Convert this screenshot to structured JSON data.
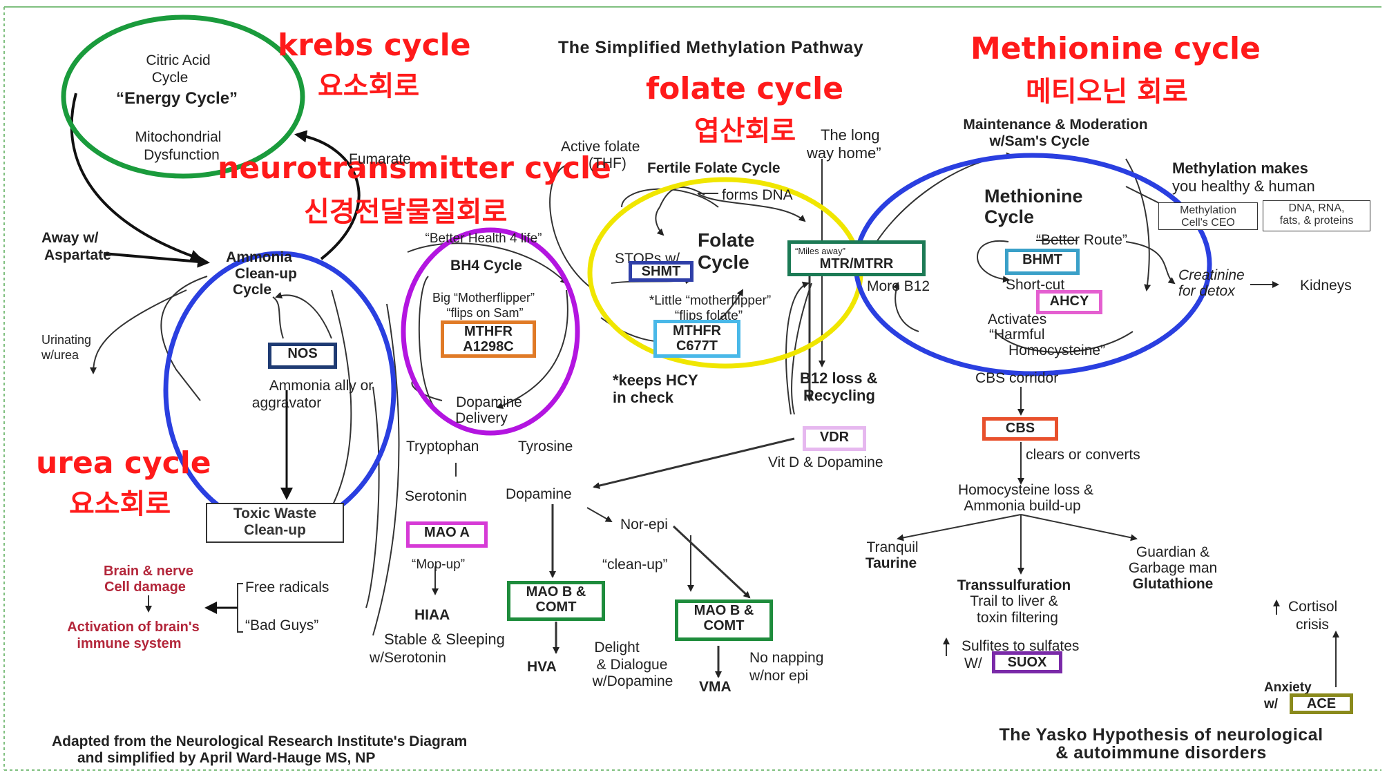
{
  "title": "The Simplified Methylation Pathway",
  "korean_annotations": {
    "krebs_en": "krebs cycle",
    "krebs_ko": "요소회로",
    "methionine_en": "Methionine cycle",
    "methionine_ko": "메티오닌 회로",
    "folate_en": "folate cycle",
    "folate_ko": "엽산회로",
    "neuro_en": "neurotransmitter cycle",
    "neuro_ko": "신경전달물질회로",
    "urea_en": "urea cycle",
    "urea_ko": "요소회로"
  },
  "energy": {
    "line1": "Citric Acid",
    "line2": "Cycle",
    "line3": "“Energy Cycle”",
    "line4": "Mitochondrial",
    "line5": "Dysfunction"
  },
  "labels": {
    "fumarate": "Fumarate",
    "away1": "Away w/",
    "away2": "Aspartate",
    "ammonia1": "Ammonia",
    "ammonia2": "Clean-up",
    "ammonia3": "Cycle",
    "urinating1": "Urinating",
    "urinating2": "w/urea",
    "ally1": "Ammonia ally or",
    "ally2": "aggravator",
    "toxic1": "Toxic Waste",
    "toxic2": "Clean-up",
    "brain1": "Brain & nerve",
    "brain2": "Cell damage",
    "activation1": "Activation of brain's",
    "activation2": "immune system",
    "free": "Free radicals",
    "bad": "“Bad Guys”",
    "better_health": "“Better Health 4 life”",
    "bh4": "BH4 Cycle",
    "big1": "Big “Motherflipper”",
    "big2": "“flips on Sam”",
    "dopa1": "Dopamine",
    "dopa2": "Delivery",
    "tryptophan": "Tryptophan",
    "tyrosine": "Tyrosine",
    "serotonin": "Serotonin",
    "dopamine": "Dopamine",
    "norepi": "Nor-epi",
    "mopup": "“Mop-up”",
    "hiaa": "HIAA",
    "stable1": "Stable & Sleeping",
    "stable2": "w/Serotonin",
    "cleanup": "“clean-up”",
    "hva": "HVA",
    "delight1": "Delight",
    "delight2": "& Dialogue",
    "delight3": "w/Dopamine",
    "vma": "VMA",
    "nonap1": "No napping",
    "nonap2": "w/nor epi",
    "active1": "Active folate",
    "active2": "(THF)",
    "fertile": "Fertile Folate Cycle",
    "forms": "forms DNA",
    "folate1": "Folate",
    "folate2": "Cycle",
    "stops": "STOPs w/",
    "little1": "*Little “motherflipper”",
    "little2": "“flips folate”",
    "keeps1": "*keeps HCY",
    "keeps2": "in check",
    "long1": "The long",
    "long2": "way home”",
    "miles": "“Miles away”",
    "more_b12": "More B12",
    "b12loss1": "B12 loss &",
    "b12loss2": "Recycling",
    "vitd": "Vit D & Dopamine",
    "maint1": "Maintenance & Moderation",
    "maint2": "w/Sam's Cycle",
    "meth1": "Methionine",
    "meth2": "Cycle",
    "better_route": "“Better Route”",
    "shortcut": "Short-cut",
    "activates1": "Activates",
    "activates2": "“Harmful",
    "activates3": "Homocysteine”",
    "makes1": "Methylation makes",
    "makes2": "you healthy & human",
    "creatinine1": "Creatinine",
    "creatinine2": "for detox",
    "kidneys": "Kidneys",
    "cbs_corridor": "CBS corridor",
    "clears": "clears or converts",
    "hcy1": "Homocysteine loss &",
    "hcy2": "Ammonia build-up",
    "tranquil1": "Tranquil",
    "tranquil2": "Taurine",
    "guardian1": "Guardian &",
    "guardian2": "Garbage man",
    "guardian3": "Glutathione",
    "trans1": "Transsulfuration",
    "trans2": "Trail to liver &",
    "trans3": "toxin filtering",
    "sulfites": "Sulfites to sulfates",
    "w": "W/",
    "cortisol1": "Cortisol",
    "cortisol2": "crisis",
    "anxiety1": "Anxiety",
    "anxiety2": "w/"
  },
  "enzymes": {
    "nos": "NOS",
    "mthfr_a1": "MTHFR",
    "mthfr_a2": "A1298C",
    "shmt": "SHMT",
    "mthfr_c1": "MTHFR",
    "mthfr_c2": "C677T",
    "mtr": "MTR/MTRR",
    "bhmt": "BHMT",
    "ahcy": "AHCY",
    "vdr": "VDR",
    "cbs": "CBS",
    "maoa": "MAO A",
    "maob1a": "MAO B &",
    "maob1b": "COMT",
    "maob2a": "MAO B &",
    "maob2b": "COMT",
    "suox": "SUOX",
    "ace": "ACE"
  },
  "small_boxes": {
    "ceo1": "Methylation",
    "ceo2": "Cell's CEO",
    "dna1": "DNA, RNA,",
    "dna2": "fats, & proteins"
  },
  "footer": {
    "left1": "Adapted from the Neurological Research Institute's Diagram",
    "left2": "and simplified by April Ward-Hauge MS, NP",
    "right1": "The Yasko Hypothesis of neurological",
    "right2": "& autoimmune disorders"
  },
  "colors": {
    "krebs_circle": "#1a9b3c",
    "urea_circle": "#2a3fe0",
    "bh4_circle": "#b315e0",
    "folate_circle": "#f0e600",
    "methionine_circle": "#2a3fe0",
    "annotation_red": "#ff1a1a",
    "nos": "#1f3b73",
    "mthfr_a": "#e07a26",
    "shmt": "#2f3fa8",
    "mthfr_c": "#49b8e8",
    "mtr": "#1c7a55",
    "bhmt": "#3aa0c8",
    "ahcy": "#e45fd0",
    "vdr": "#e6b8ef",
    "cbs": "#e8502c",
    "maoa": "#d63ad6",
    "maob": "#1e8c3c",
    "suox": "#7a2aa8",
    "ace": "#8a8a1c"
  }
}
